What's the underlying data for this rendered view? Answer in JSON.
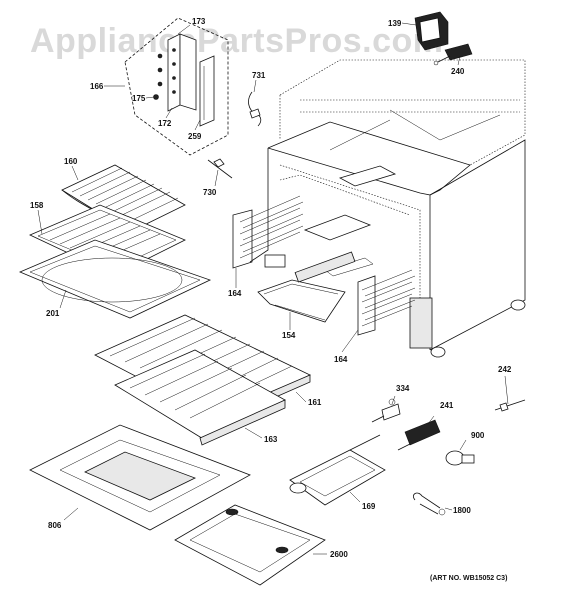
{
  "watermark": "AppliancePartsPros.com",
  "art_note": "(ART NO. WB15052 C3)",
  "callouts": {
    "p139": "139",
    "p240": "240",
    "p173": "173",
    "p166": "166",
    "p175": "175",
    "p172": "172",
    "p259": "259",
    "p731": "731",
    "p160": "160",
    "p158": "158",
    "p730": "730",
    "p201": "201",
    "p164a": "164",
    "p154": "154",
    "p164b": "164",
    "p161": "161",
    "p163": "163",
    "p334": "334",
    "p241": "241",
    "p242": "242",
    "p900": "900",
    "p169": "169",
    "p806": "806",
    "p1800": "1800",
    "p2600": "2600"
  }
}
